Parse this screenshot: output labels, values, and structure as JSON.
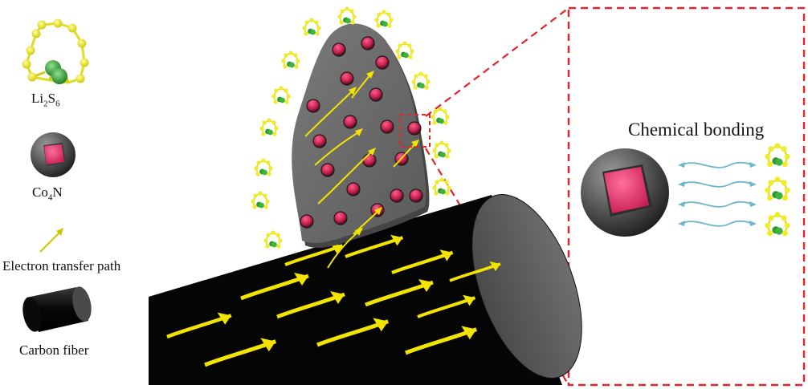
{
  "legend": {
    "li2s6": {
      "main": "Li",
      "sub1": "2",
      "mid": "S",
      "sub2": "6"
    },
    "co4n": {
      "main": "Co",
      "sub1": "4",
      "mid": "N"
    },
    "electron_path": "Electron transfer path",
    "carbon_fiber": "Carbon fiber"
  },
  "inset": {
    "title": "Chemical bonding"
  },
  "colors": {
    "sulfur": "#f0ec2a",
    "lithium": "#3aa43a",
    "co4n_core": "#e0306a",
    "sphere_shell": "#5a5a5a",
    "fiber": "#050505",
    "fiber_end": "#5e5e5e",
    "flake": "#676767",
    "arrow": "#f2e400",
    "bond_arrow": "#6bb6cc",
    "dashed_box": "#e2252b"
  }
}
